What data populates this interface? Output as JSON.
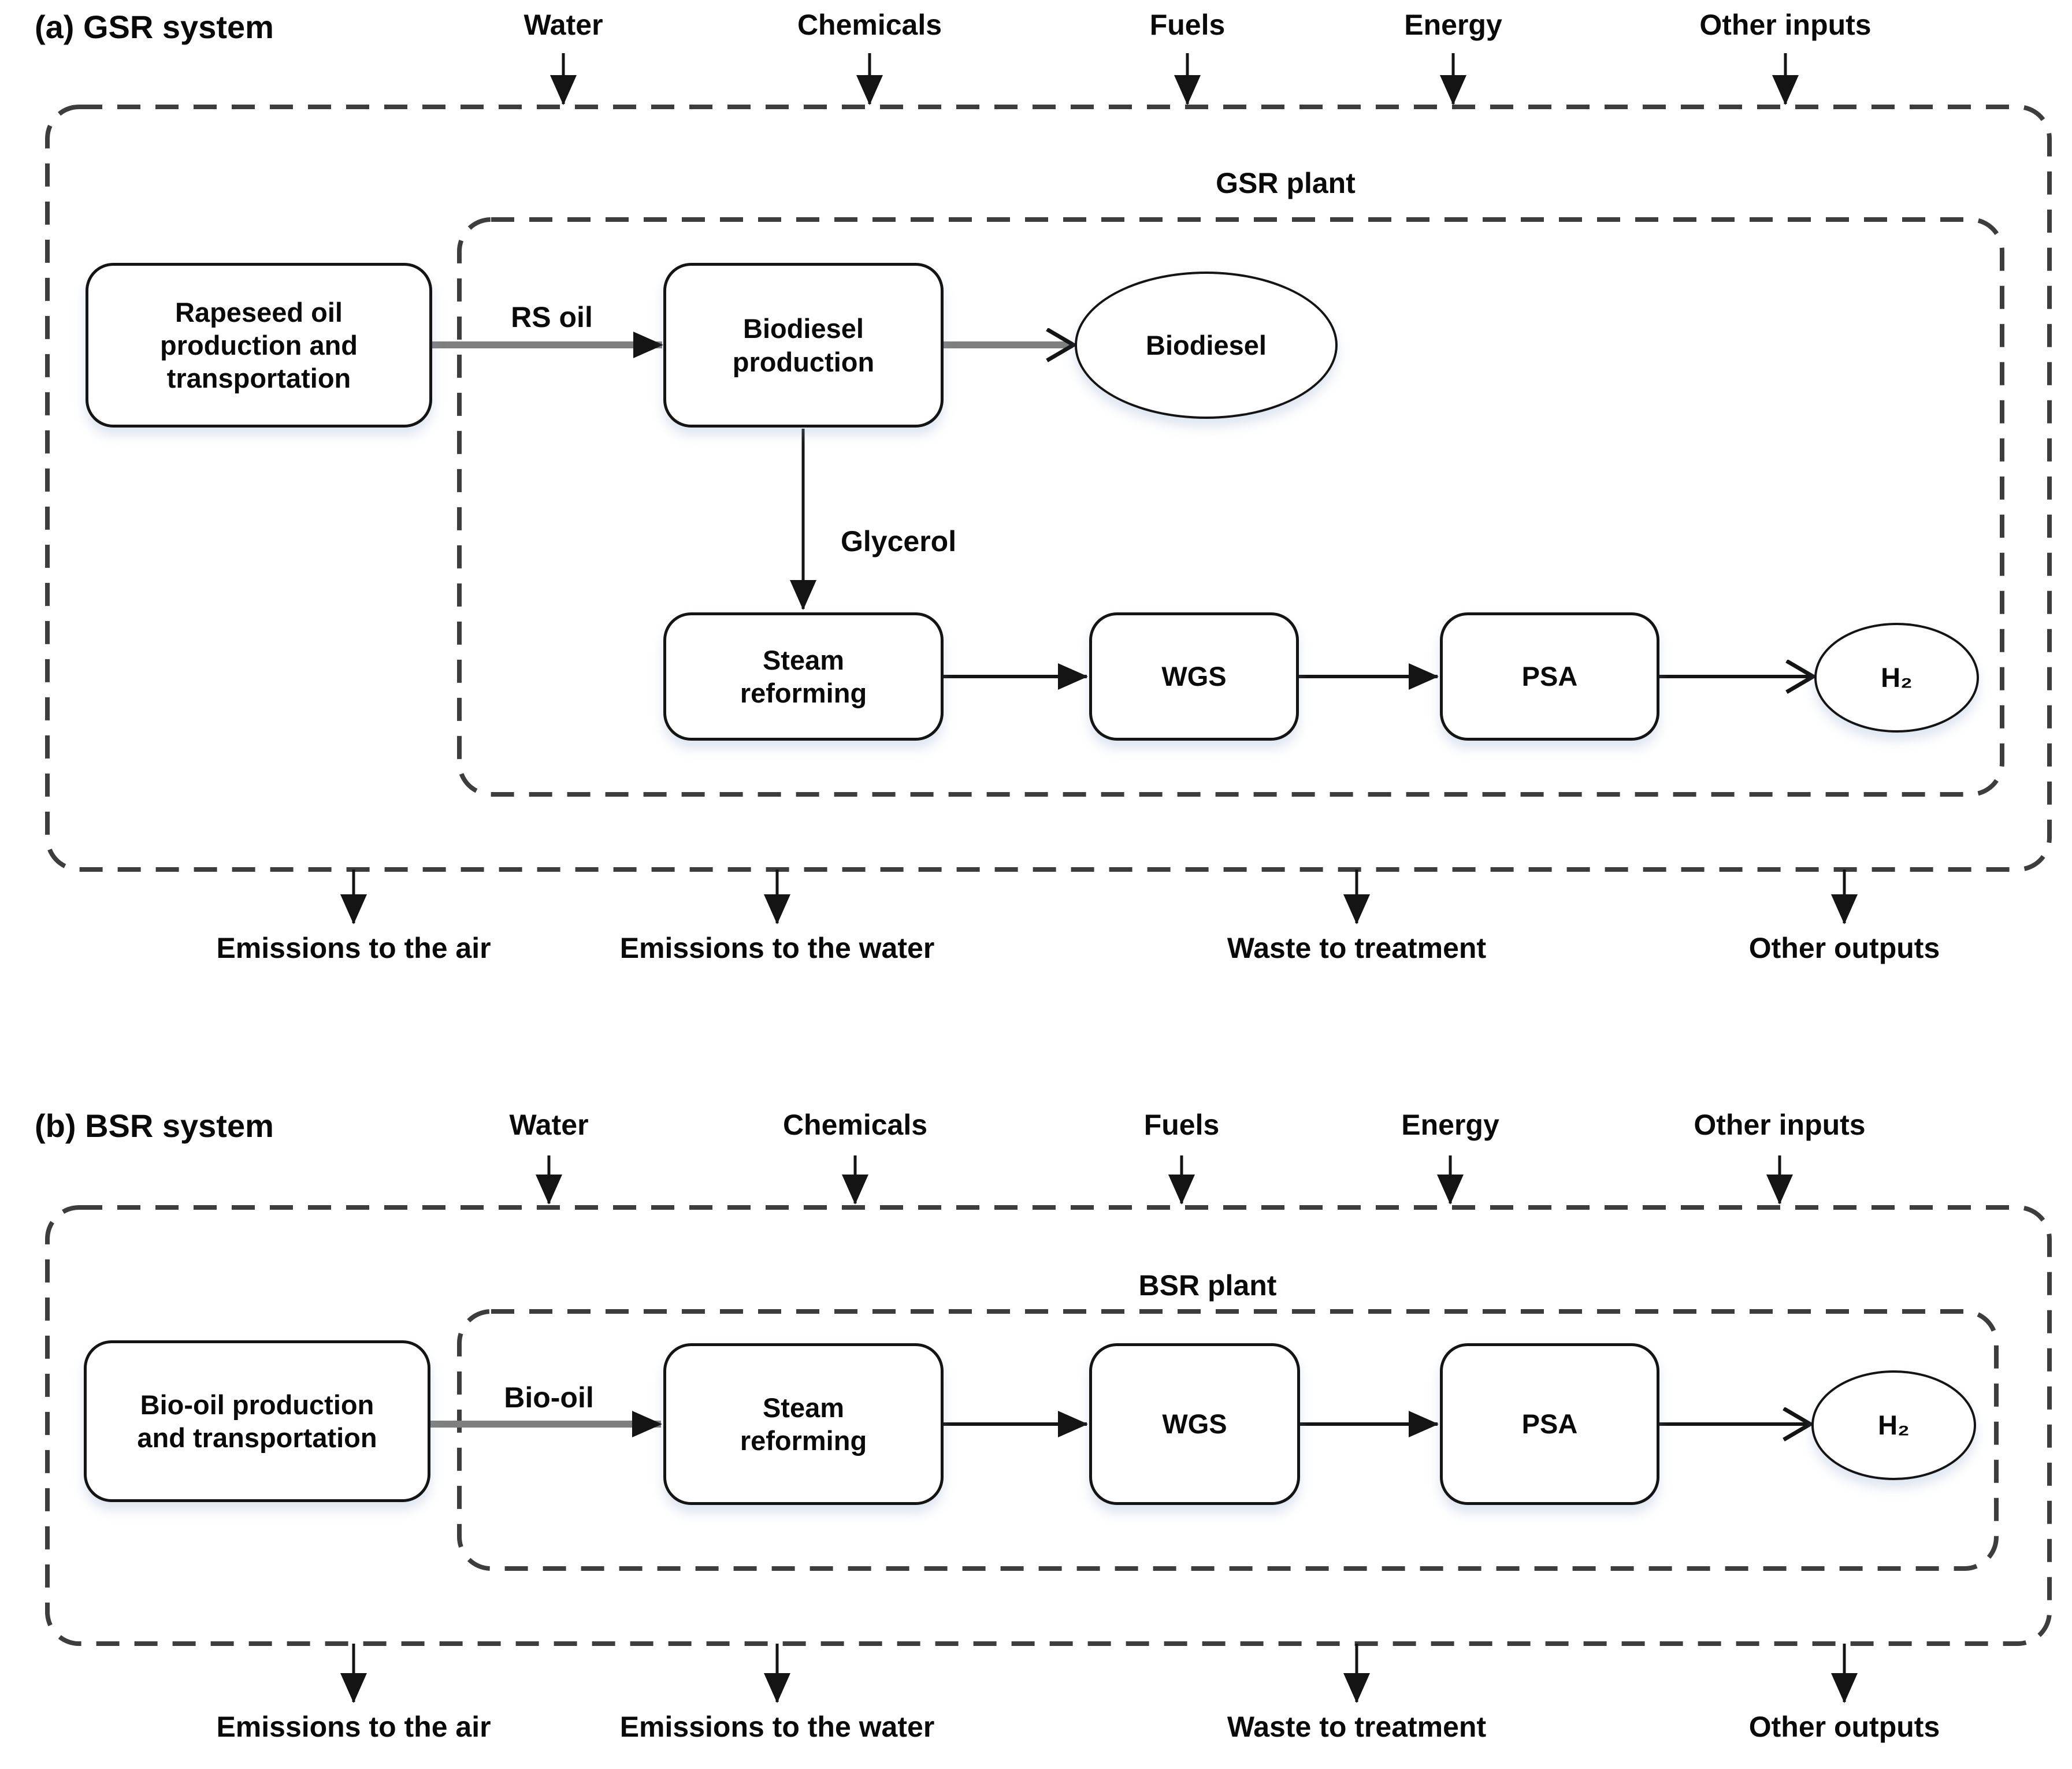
{
  "colors": {
    "line": "#1a1a1a",
    "dashed_boundary": "#3d3d3d",
    "thick_arrow": "#7f7f7f",
    "background": "#ffffff"
  },
  "inputs": [
    "Water",
    "Chemicals",
    "Fuels",
    "Energy",
    "Other inputs"
  ],
  "outputs": [
    "Emissions to the air",
    "Emissions to the water",
    "Waste to treatment",
    "Other outputs"
  ],
  "systems": [
    {
      "caption": "(a) GSR system",
      "plant_label": "GSR plant",
      "source": "Rapeseed oil\nproduction and\ntransportation",
      "feed": "RS oil",
      "biodiesel_production": "Biodiesel\nproduction",
      "biodiesel_product": "Biodiesel",
      "glycerol": "Glycerol",
      "steam_reforming": "Steam\nreforming",
      "wgs": "WGS",
      "psa": "PSA",
      "hydrogen": "H₂"
    },
    {
      "caption": "(b) BSR system",
      "plant_label": "BSR plant",
      "source": "Bio-oil production\nand transportation",
      "feed": "Bio-oil",
      "steam_reforming": "Steam\nreforming",
      "wgs": "WGS",
      "psa": "PSA",
      "hydrogen": "H₂"
    }
  ]
}
